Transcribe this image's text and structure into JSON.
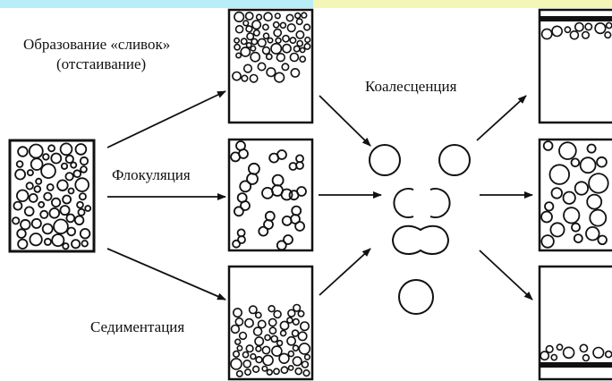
{
  "labels": {
    "creaming_line1": "Образование «сливок»",
    "creaming_line2": "(отстаивание)",
    "flocculation": "Флокуляция",
    "sedimentation": "Седиментация",
    "coalescence": "Коалесценция"
  },
  "colors": {
    "band_left": "#b9eef6",
    "band_right": "#f4f6b8",
    "ink": "#111111"
  }
}
